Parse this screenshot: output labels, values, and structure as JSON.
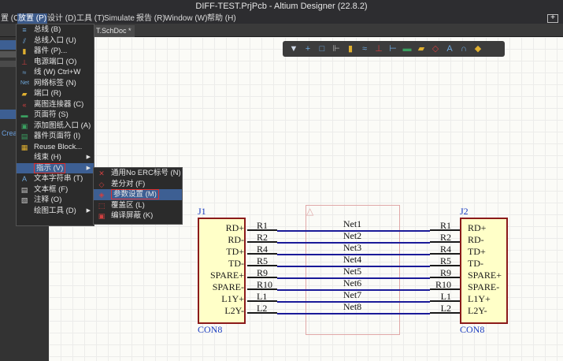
{
  "window": {
    "title": "DIFF-TEST.PrjPcb - Altium Designer (22.8.2)"
  },
  "menubar": [
    {
      "label": "置 (C)"
    },
    {
      "label": "放置 (P)"
    },
    {
      "label": "设计 (D)"
    },
    {
      "label": "工具 (T)"
    },
    {
      "label": "Simulate"
    },
    {
      "label": "报告 (R)"
    },
    {
      "label": "Window (W)"
    },
    {
      "label": "帮助 (H)"
    }
  ],
  "doc_tab": {
    "label": "T.SchDoc *"
  },
  "left_panel": {
    "partial_text": "Creat"
  },
  "place_menu": [
    {
      "label": "总线 (B)",
      "icon": "bus-icon"
    },
    {
      "label": "总线入口 (U)",
      "icon": "bus-entry-icon"
    },
    {
      "label": "器件 (P)...",
      "icon": "part-icon"
    },
    {
      "label": "电源端口 (O)",
      "icon": "power-port-icon"
    },
    {
      "label": "线 (W)     Ctrl+W",
      "icon": "wire-icon"
    },
    {
      "label": "网络标签 (N)",
      "icon": "net-label-icon"
    },
    {
      "label": "端口 (R)",
      "icon": "port-icon"
    },
    {
      "label": "离图连接器 (C)",
      "icon": "off-sheet-connector-icon"
    },
    {
      "label": "页面符 (S)",
      "icon": "sheet-symbol-icon"
    },
    {
      "label": "添加图纸入口 (A)",
      "icon": "sheet-entry-icon"
    },
    {
      "label": "器件页面符 (I)",
      "icon": "device-sheet-icon"
    },
    {
      "label": "Reuse Block...",
      "icon": "reuse-block-icon"
    },
    {
      "label": "线束 (H)",
      "icon": "",
      "submenu": true
    },
    {
      "label": "指示 (V)",
      "icon": "",
      "submenu": true,
      "highlighted": true
    },
    {
      "label": "文本字符串 (T)",
      "icon": "text-string-icon"
    },
    {
      "label": "文本框 (F)",
      "icon": "text-frame-icon"
    },
    {
      "label": "注释 (O)",
      "icon": "note-icon"
    },
    {
      "label": "绘图工具 (D)",
      "icon": "",
      "submenu": true
    }
  ],
  "directive_menu": [
    {
      "label": "通用No ERC标号 (N)",
      "icon": "no-erc-icon"
    },
    {
      "label": "差分对 (F)",
      "icon": "diff-pair-icon"
    },
    {
      "label": "参数设置 (M)",
      "icon": "parameter-set-icon",
      "highlighted": true
    },
    {
      "label": "覆盖区 (L)",
      "icon": "blanket-icon"
    },
    {
      "label": "编译屏蔽 (K)",
      "icon": "compile-mask-icon"
    }
  ],
  "schematic": {
    "j1": {
      "designator": "J1",
      "comment": "CON8",
      "pins": [
        "RD+",
        "RD-",
        "TD+",
        "TD-",
        "SPARE+",
        "SPARE-",
        "L1Y+",
        "L2Y-"
      ]
    },
    "j2": {
      "designator": "J2",
      "comment": "CON8",
      "pins": [
        "RD+",
        "RD-",
        "TD+",
        "TD-",
        "SPARE+",
        "SPARE-",
        "L1Y+",
        "L2Y-"
      ]
    },
    "left_resistors": [
      "R1",
      "R2",
      "R4",
      "R5",
      "R9",
      "R10",
      "L1",
      "L2"
    ],
    "right_resistors": [
      "R1",
      "R2",
      "R4",
      "R5",
      "R9",
      "R10",
      "L1",
      "L2"
    ],
    "nets": [
      "Net1",
      "Net2",
      "Net3",
      "Net4",
      "Net5",
      "Net6",
      "Net7",
      "Net8"
    ]
  },
  "colors": {
    "menu_bg": "#2b2b2b",
    "highlight": "#3d5f93",
    "chip_fill": "#ffffc8",
    "chip_border": "#8b1a1a",
    "wire": "#1a1a99",
    "designator": "#1a3cc0"
  }
}
